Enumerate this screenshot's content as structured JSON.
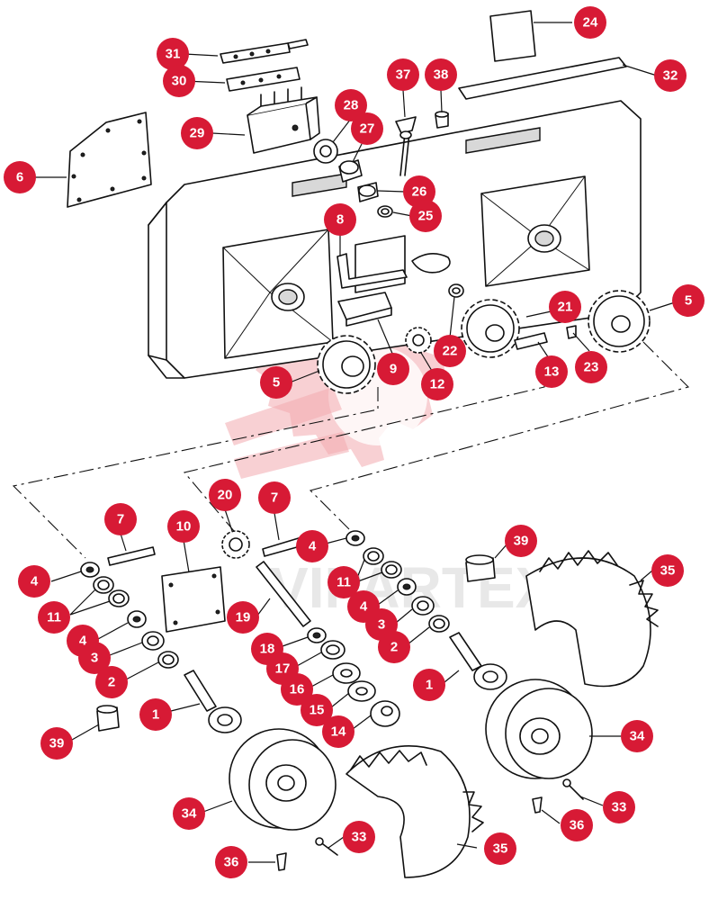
{
  "watermark": {
    "text": "VIPARTEX",
    "color": "#f2a9ae"
  },
  "accent_color": "#d71a35",
  "callout_labels": {
    "c24": "24",
    "c31": "31",
    "c30": "30",
    "c29": "29",
    "c37": "37",
    "c38": "38",
    "c32": "32",
    "c28": "28",
    "c27": "27",
    "c6": "6",
    "c26": "26",
    "c25": "25",
    "c8": "8",
    "c21": "21",
    "c5r": "5",
    "c22": "22",
    "c23": "23",
    "c5l": "5",
    "c9": "9",
    "c12": "12",
    "c13": "13",
    "c20": "20",
    "c7a": "7",
    "c7b": "7",
    "c10": "10",
    "c39a": "39",
    "c35a": "35",
    "c4a": "4",
    "c4b": "4",
    "c4c": "4",
    "c4d": "4",
    "c11a": "11",
    "c11b": "11",
    "c3a": "3",
    "c3b": "3",
    "c2a": "2",
    "c2b": "2",
    "c19": "19",
    "c18": "18",
    "c17": "17",
    "c16": "16",
    "c15": "15",
    "c14": "14",
    "c1a": "1",
    "c1b": "1",
    "c39b": "39",
    "c34a": "34",
    "c34b": "34",
    "c33a": "33",
    "c33b": "33",
    "c36a": "36",
    "c36b": "36",
    "c35b": "35"
  }
}
